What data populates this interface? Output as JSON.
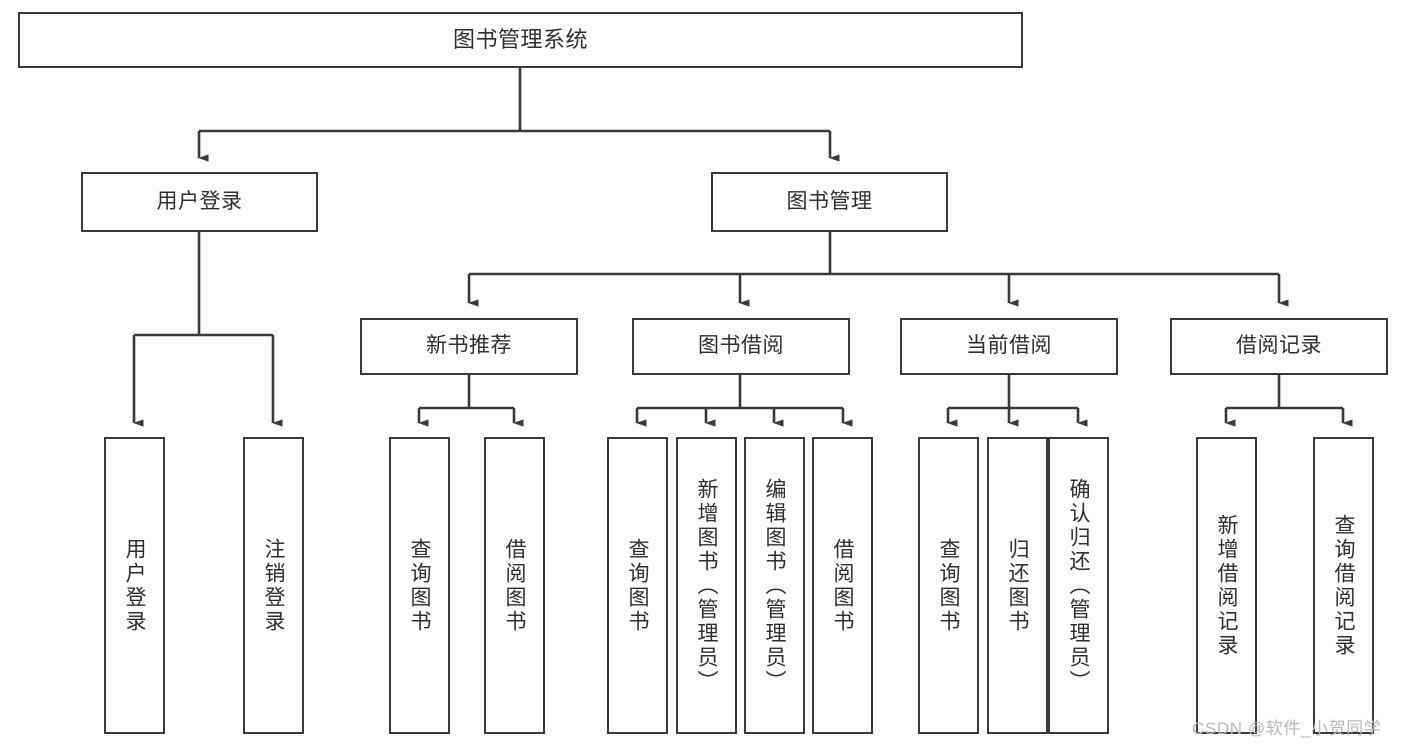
{
  "diagram": {
    "type": "hierarchy-tree",
    "title": "图书管理系统",
    "watermark": "CSDN @软件_小贺同学",
    "colors": {
      "box_border": "#3a3a3a",
      "box_fill": "#ffffff",
      "text": "#2f2f2f",
      "connector": "#3a3a3a",
      "watermark": "#b9b9b9",
      "background": "#ffffff"
    },
    "root": {
      "label": "图书管理系统"
    },
    "level2": [
      {
        "id": "user-login",
        "label": "用户登录"
      },
      {
        "id": "book-management",
        "label": "图书管理"
      }
    ],
    "level3": [
      {
        "id": "new-book-recommend",
        "label": "新书推荐",
        "parent": "book-management"
      },
      {
        "id": "book-borrow",
        "label": "图书借阅",
        "parent": "book-management"
      },
      {
        "id": "current-borrow",
        "label": "当前借阅",
        "parent": "book-management"
      },
      {
        "id": "borrow-record",
        "label": "借阅记录",
        "parent": "book-management"
      }
    ],
    "leaves": {
      "user-login": [
        {
          "id": "leaf-user-login",
          "label": "用户登录"
        },
        {
          "id": "leaf-logout",
          "label": "注销登录"
        }
      ],
      "new-book-recommend": [
        {
          "id": "leaf-query-book-1",
          "label": "查询图书"
        },
        {
          "id": "leaf-borrow-book-1",
          "label": "借阅图书"
        }
      ],
      "book-borrow": [
        {
          "id": "leaf-query-book-2",
          "label": "查询图书"
        },
        {
          "id": "leaf-add-book",
          "label": "新增图书（管理员）"
        },
        {
          "id": "leaf-edit-book",
          "label": "编辑图书（管理员）"
        },
        {
          "id": "leaf-borrow-book-2",
          "label": "借阅图书"
        }
      ],
      "current-borrow": [
        {
          "id": "leaf-query-book-3",
          "label": "查询图书"
        },
        {
          "id": "leaf-return-book",
          "label": "归还图书"
        },
        {
          "id": "leaf-confirm-return",
          "label": "确认归还（管理员）"
        }
      ],
      "borrow-record": [
        {
          "id": "leaf-add-record",
          "label": "新增借阅记录"
        },
        {
          "id": "leaf-query-record",
          "label": "查询借阅记录"
        }
      ]
    }
  }
}
